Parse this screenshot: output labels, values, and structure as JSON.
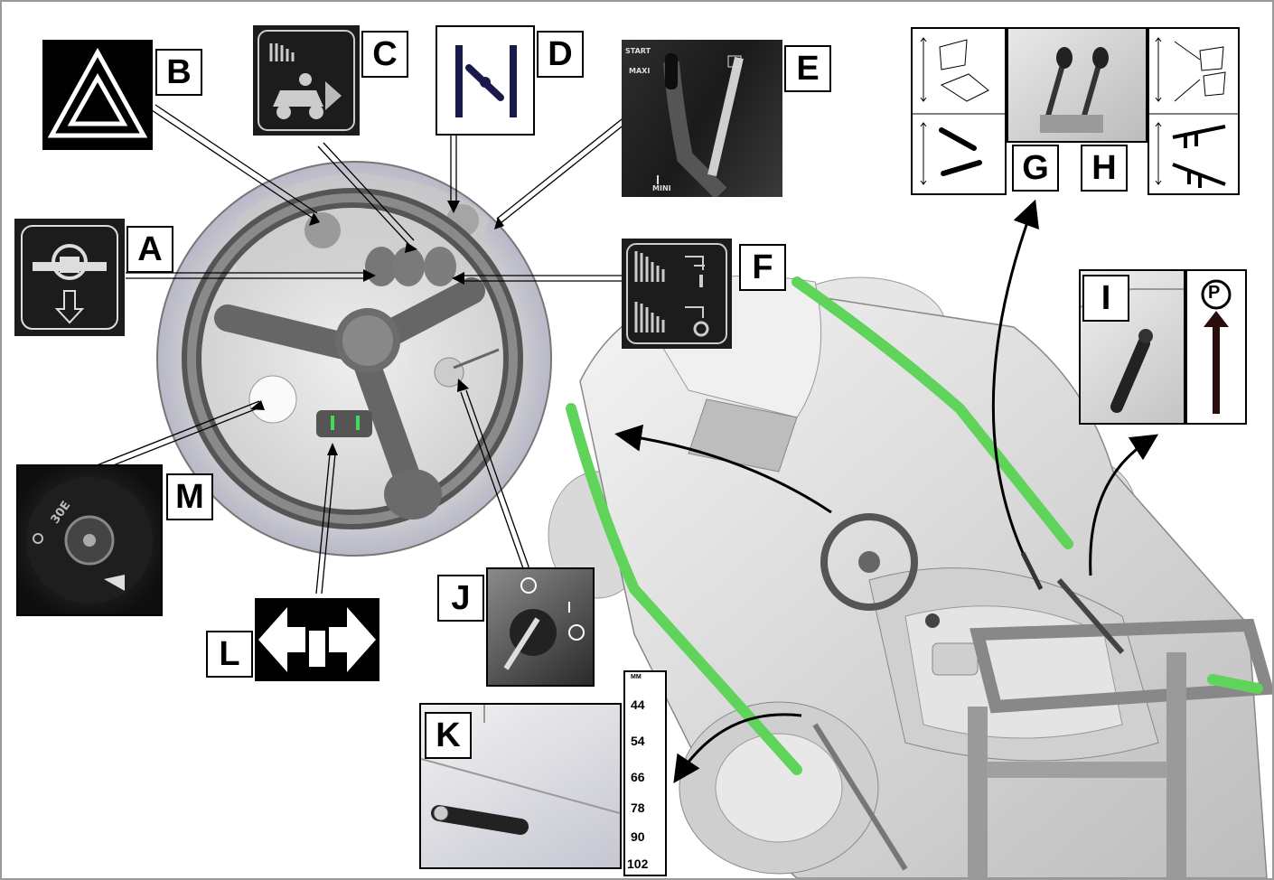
{
  "labels": {
    "A": "A",
    "B": "B",
    "C": "C",
    "D": "D",
    "E": "E",
    "F": "F",
    "G": "G",
    "H": "H",
    "I": "I",
    "J": "J",
    "K": "K",
    "L": "L",
    "M": "M"
  },
  "throttle": {
    "start": "START",
    "maxi": "MAXI",
    "mini": "MINI"
  },
  "parking": {
    "symbol": "P"
  },
  "horn_cap": {
    "text": "30E"
  },
  "height_scale": {
    "unit": "MM",
    "values": [
      "44",
      "54",
      "66",
      "78",
      "90",
      "102"
    ]
  },
  "colors": {
    "frame_green": "#5fd35a",
    "machine_grey": "#d8d8d8",
    "border": "#9a9a9a"
  }
}
